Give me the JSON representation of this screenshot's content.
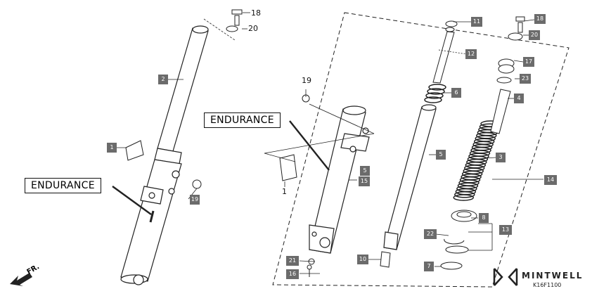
{
  "callouts": {
    "left": "ENDURANCE",
    "center": "ENDURANCE"
  },
  "parts": {
    "p1_box": "1",
    "p1_plain": "1",
    "p2": "2",
    "p3": "3",
    "p4": "4",
    "p5": "5",
    "p6": "6",
    "p7": "7",
    "p8": "8",
    "p10": "10",
    "p11": "11",
    "p12": "12",
    "p13": "13",
    "p14": "14",
    "p15": "15",
    "p16": "16",
    "p17": "17",
    "p18a": "18",
    "p18b": "18",
    "p19a": "19",
    "p19b": "19",
    "p20a": "20",
    "p20b": "20",
    "p21": "21",
    "p22": "22",
    "p23": "23"
  },
  "direction": "FR.",
  "brand": {
    "name": "MINTWELL",
    "code": "K16F1100"
  },
  "colors": {
    "tag_bg": "#6b6b6b",
    "tag_text": "#ffffff",
    "line": "#111111"
  }
}
